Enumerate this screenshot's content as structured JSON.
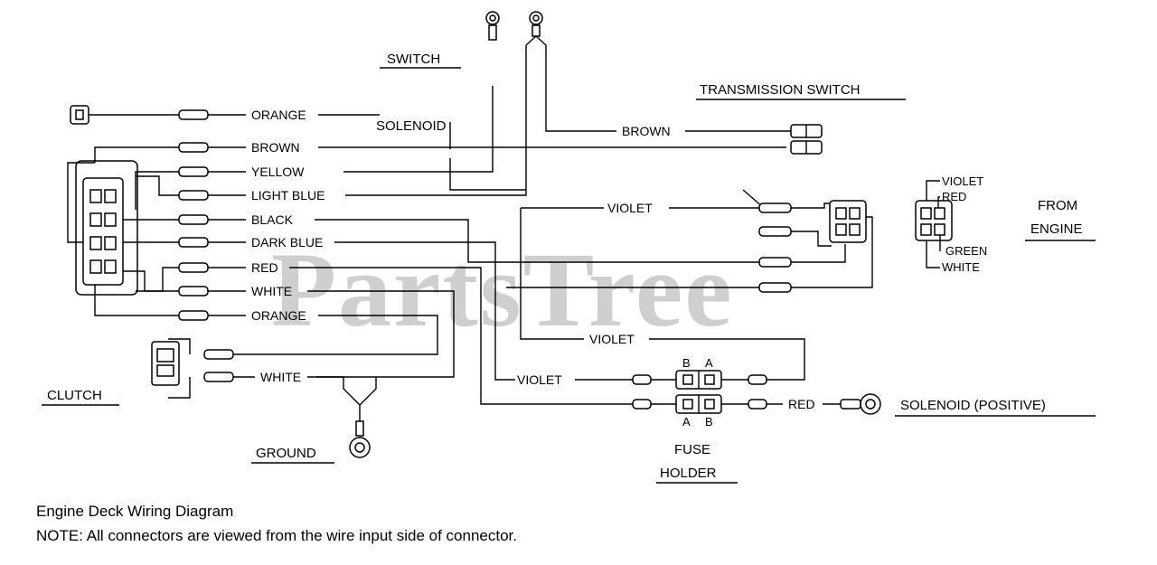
{
  "watermark": "PartsTree",
  "headings": {
    "switch": "SWITCH",
    "solenoid": "SOLENOID",
    "transmission_switch": "TRANSMISSION SWITCH",
    "from_engine_1": "FROM",
    "from_engine_2": "ENGINE",
    "clutch": "CLUTCH",
    "ground": "GROUND",
    "fuse_holder_1": "FUSE",
    "fuse_holder_2": "HOLDER",
    "solenoid_positive": "SOLENOID  (POSITIVE)"
  },
  "harness_wires": {
    "orange_top": "ORANGE",
    "brown": "BROWN",
    "yellow": "YELLOW",
    "light_blue": "LIGHT BLUE",
    "black": "BLACK",
    "dark_blue": "DARK BLUE",
    "red": "RED",
    "white": "WHITE",
    "orange_bottom": "ORANGE"
  },
  "other_wires": {
    "transmission_brown": "BROWN",
    "violet_upper": "VIOLET",
    "violet_middle": "VIOLET",
    "violet_fuse": "VIOLET",
    "clutch_white": "WHITE",
    "red_solenoid": "RED"
  },
  "engine_connector": {
    "violet": "VIOLET",
    "red": "RED",
    "green": "GREEN",
    "white": "WHITE"
  },
  "fuse_terminals": {
    "top_b": "B",
    "top_a": "A",
    "bottom_a": "A",
    "bottom_b": "B"
  },
  "caption": {
    "title": "Engine Deck Wiring Diagram",
    "note": "NOTE: All connectors are viewed from the wire input side of connector."
  }
}
